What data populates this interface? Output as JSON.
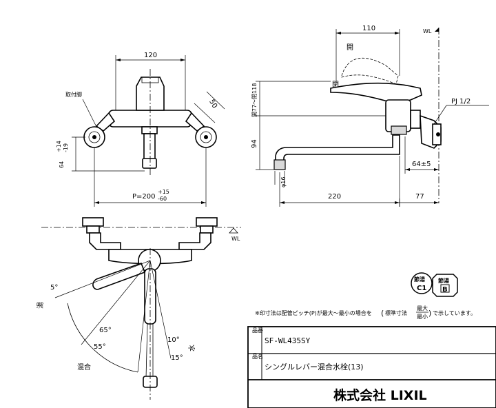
{
  "dims": {
    "front_width": "120",
    "mount_label": "取付脚",
    "dia50": "50",
    "height_left": "64",
    "height_tol_top": "+14",
    "height_tol_bot": "-19",
    "pitch": "P=200",
    "pitch_tol_top": "+15",
    "pitch_tol_bot": "-60",
    "reach_110": "110",
    "wl": "WL",
    "open_label": "開",
    "close_label": "閉",
    "lever_range": "開77～閉118",
    "h94": "94",
    "pj": "PJ 1/2",
    "dia16": "φ16",
    "d64": "64±5",
    "d220": "220",
    "d77": "77",
    "hot_label": "湯",
    "mix_label": "混合",
    "cold_label": "水",
    "a5": "5°",
    "a65": "65°",
    "a55": "55°",
    "a10": "10°",
    "a15": "15°",
    "wl_plan": "WL"
  },
  "badges": {
    "b1_top": "節湯",
    "b1_bot": "C1",
    "b2_top": "節湯",
    "b2_bot": "B"
  },
  "note": {
    "prefix": "※印寸法は配管ピッチ(P)が最大～最小の場合を",
    "mid": "標準寸法",
    "frac_top": "最大",
    "frac_bot": "最小",
    "suffix": "で示しています。"
  },
  "titleblock": {
    "code_label": "品番",
    "code": "SF-WL435SY",
    "name_label": "品名",
    "name": "シングルレバー混合水栓(13)",
    "company": "株式会社 LIXIL"
  }
}
